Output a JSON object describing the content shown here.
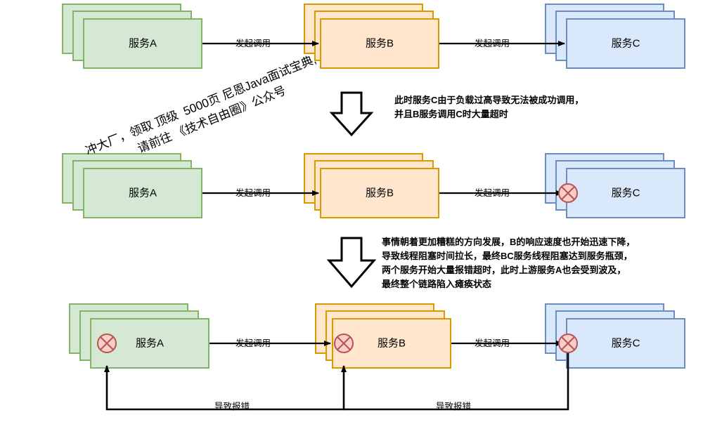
{
  "diagram": {
    "title_text_not_shown": "",
    "colors": {
      "green_fill": "#d5e8d4",
      "green_stroke": "#82b366",
      "orange_fill": "#ffe6cc",
      "orange_stroke": "#d79b00",
      "blue_fill": "#dae8fc",
      "blue_stroke": "#6c8ebf",
      "error_fill": "#f8cecc",
      "error_stroke": "#b85450",
      "line": "#000000"
    },
    "rows": [
      {
        "id": "row-normal",
        "services": [
          {
            "id": "a",
            "label": "服务A",
            "color": "green",
            "error": false
          },
          {
            "id": "b",
            "label": "服务B",
            "color": "orange",
            "error": false
          },
          {
            "id": "c",
            "label": "服务C",
            "color": "blue",
            "error": false
          }
        ],
        "edges": [
          {
            "id": "a-to-b",
            "label": "发起调用"
          },
          {
            "id": "b-to-c",
            "label": "发起调用"
          }
        ]
      },
      {
        "id": "row-c-fails",
        "services": [
          {
            "id": "a",
            "label": "服务A",
            "color": "green",
            "error": false
          },
          {
            "id": "b",
            "label": "服务B",
            "color": "orange",
            "error": false
          },
          {
            "id": "c",
            "label": "服务C",
            "color": "blue",
            "error": true
          }
        ],
        "edges": [
          {
            "id": "a-to-b",
            "label": "发起调用"
          },
          {
            "id": "b-to-c",
            "label": "发起调用"
          }
        ]
      },
      {
        "id": "row-all-fail",
        "services": [
          {
            "id": "a",
            "label": "服务A",
            "color": "green",
            "error": true
          },
          {
            "id": "b",
            "label": "服务B",
            "color": "orange",
            "error": true
          },
          {
            "id": "c",
            "label": "服务C",
            "color": "blue",
            "error": true
          }
        ],
        "edges": [
          {
            "id": "a-to-b",
            "label": "发起调用"
          },
          {
            "id": "b-to-c",
            "label": "发起调用"
          },
          {
            "id": "b-back-to-a",
            "label": "导致报错"
          },
          {
            "id": "c-back-to-b",
            "label": "导致报错"
          }
        ]
      }
    ],
    "notes": [
      {
        "id": "note-1",
        "text": "此时服务C由于负载过高导致无法被成功调用，\n并且B服务调用C时大量超时"
      },
      {
        "id": "note-2",
        "text": "事情朝着更加糟糕的方向发展，B的响应速度也开始迅速下降，\n导致线程阻塞时间拉长，最终BC服务线程阻塞达到服务瓶颈，\n两个服务开始大量报错超时，此时上游服务A也会受到波及，\n最终整个链路陷入瘫痪状态"
      }
    ],
    "watermark": {
      "line1": "冲大厂，领取 顶级  5000页 尼恩Java面试宝典,",
      "line2": "请前往 《技术自由圈》公众号"
    },
    "flow_arrows": [
      {
        "id": "down-arrow-1"
      },
      {
        "id": "down-arrow-2"
      }
    ]
  }
}
